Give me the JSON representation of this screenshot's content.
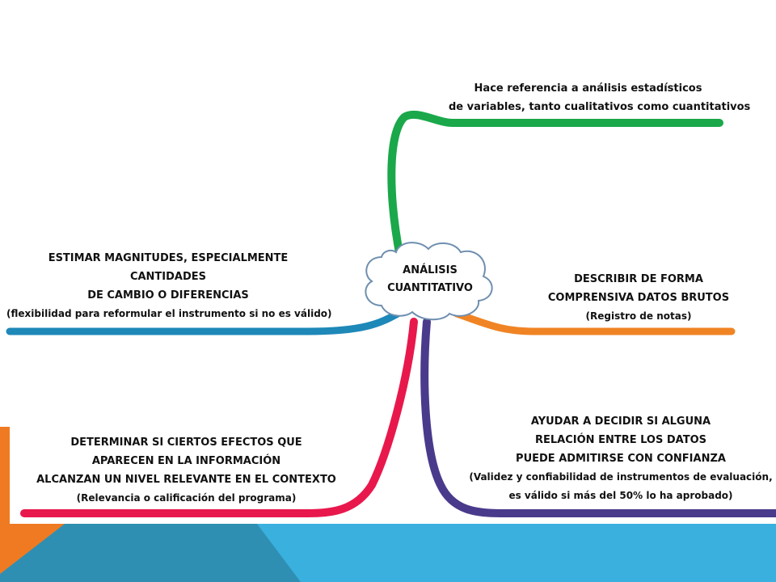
{
  "center": {
    "line1": "ANÁLISIS",
    "line2": "CUANTITATIVO"
  },
  "branches": {
    "top": {
      "line1": "Hace referencia a análisis estadísticos",
      "line2": "de variables, tanto cualitativos como cuantitativos",
      "color": "#1aa84a"
    },
    "left": {
      "line1": "ESTIMAR MAGNITUDES, ESPECIALMENTE",
      "line2": "CANTIDADES",
      "line3": "DE CAMBIO O DIFERENCIAS",
      "note": "(flexibilidad para reformular el instrumento si no es válido)",
      "color": "#1e88b8"
    },
    "right": {
      "line1": "DESCRIBIR DE FORMA",
      "line2": "COMPRENSIVA DATOS BRUTOS",
      "note": "(Registro de notas)",
      "color": "#f08424"
    },
    "bottom_left": {
      "line1": "DETERMINAR SI CIERTOS EFECTOS QUE",
      "line2": "APARECEN EN LA INFORMACIÓN",
      "line3": "ALCANZAN UN NIVEL RELEVANTE EN EL CONTEXTO",
      "note": "(Relevancia o calificación del programa)",
      "color": "#e8184c"
    },
    "bottom_right": {
      "line1": "AYUDAR A DECIDIR SI ALGUNA",
      "line2": "RELACIÓN ENTRE LOS DATOS",
      "line3": "PUEDE ADMITIRSE CON CONFIANZA",
      "note1": "(Validez y confiabilidad de instrumentos de evaluación,",
      "note2": "es válido si más del 50% lo ha aprobado)",
      "color": "#4a3a8c"
    }
  },
  "theme": {
    "band_light": "#3ab0de",
    "band_dark": "#2f8fb3",
    "accent_orange": "#f07a22"
  }
}
